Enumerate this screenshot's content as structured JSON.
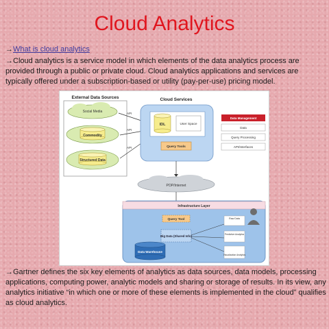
{
  "slide": {
    "title": "Cloud Analytics",
    "arrow_glyph": "→",
    "link_text": "What is cloud analytics",
    "paragraph1": "Cloud analytics is a service model in which elements of the data analytics process are provided through a public or private cloud. Cloud analytics applications and services are typically offered under a subscription-based or utility (pay-per-use) pricing model.",
    "paragraph2": "Gartner defines the six key elements of analytics as data sources, data models, processing applications, computing power, analytic models and sharing or storage of results. In its view, any analytics initiative “in which one or more of these elements is implemented in the cloud” qualifies as cloud analytics."
  },
  "diagram": {
    "external_sources_title": "External Data Sources",
    "cloud_services_title": "Cloud Services",
    "sources": [
      "Social Media",
      "Commodity",
      "Structured Data"
    ],
    "api_label": "API",
    "idl_label": "IDL",
    "user_space_label": "User Space",
    "query_tools_label": "Query Tools",
    "legend_header": "Data Management",
    "legend_items": [
      "Data",
      "Query Processing",
      "API/Interfaces"
    ],
    "network_label": "POP/Internet",
    "infrastructure_label": "Infrastructure Layer",
    "query_tool_label": "Query Tool",
    "big_data_label": "Big Data (Shared Info)",
    "data_warehouse_label": "Data Warehouse",
    "raw_data_label": "Raw Data",
    "predictive_label": "Predictive Analytics",
    "visualization_label": "Visualization Analytics",
    "colors": {
      "title_red": "#e0161f",
      "cloud_blue": "#bcd6f2",
      "source_green": "#d9ebb1",
      "cylinder_yellow": "#f6ec8d",
      "tool_orange": "#f7c98a",
      "legend_red": "#c9202a",
      "infra_pink": "#f7dce3",
      "bottom_blue": "#9ec3ea",
      "warehouse_blue": "#2f6db5"
    }
  }
}
